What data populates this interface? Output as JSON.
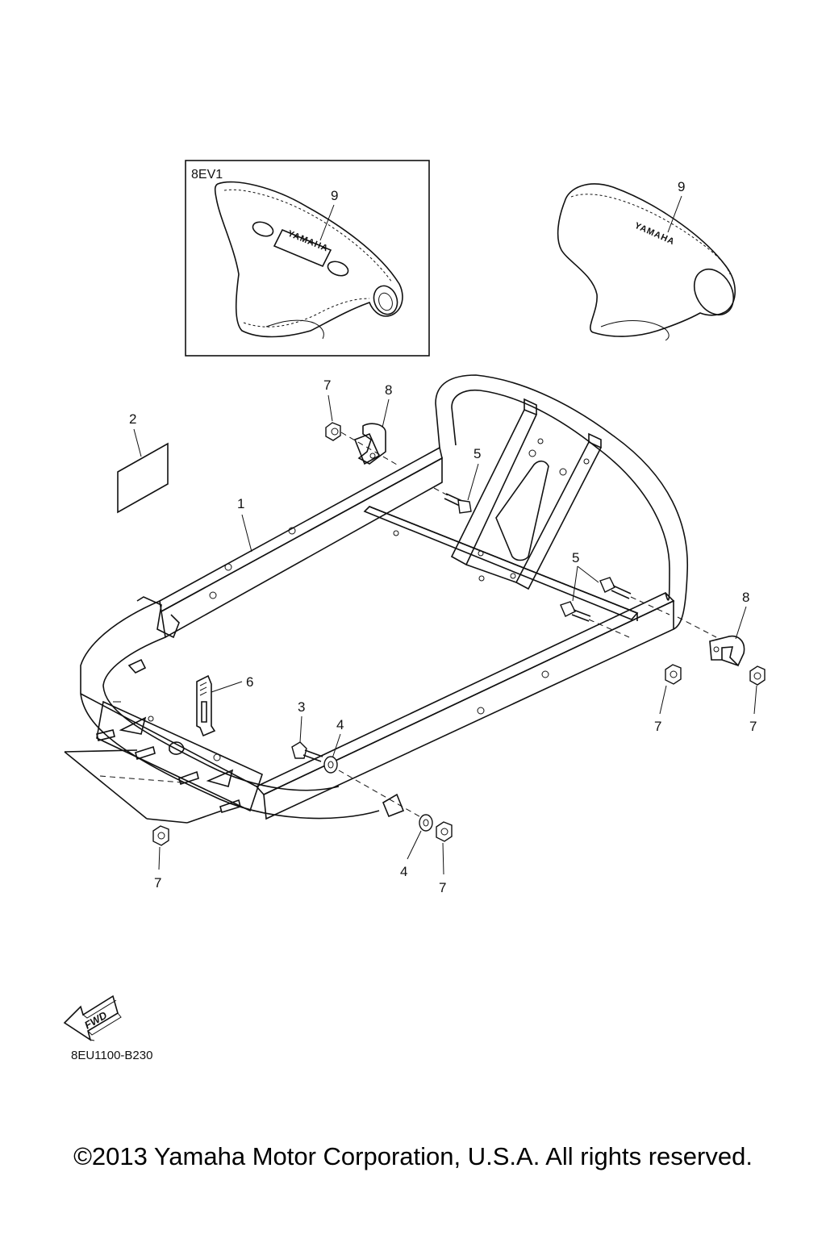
{
  "inset": {
    "label": "8EV1",
    "part_number": "9"
  },
  "callouts": {
    "c1": "1",
    "c2": "2",
    "c3": "3",
    "c4a": "4",
    "c4b": "4",
    "c5a": "5",
    "c5b": "5",
    "c6": "6",
    "c7a": "7",
    "c7b": "7",
    "c7c": "7",
    "c7d": "7",
    "c7e": "7",
    "c8a": "8",
    "c8b": "8",
    "c9": "9"
  },
  "brand_text": "YAMAHA",
  "fwd_arrow": {
    "icon": "fwd-arrow-icon",
    "text": "FWD"
  },
  "diagram_code": "8EU1100-B230",
  "copyright": "©2013 Yamaha Motor Corporation, U.S.A. All rights reserved."
}
